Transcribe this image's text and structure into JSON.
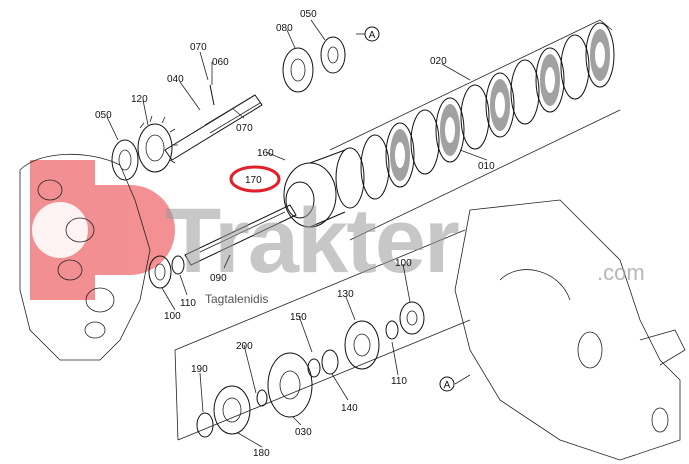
{
  "parts": {
    "p050_top": "050",
    "p080": "080",
    "p070_top": "070",
    "p060": "060",
    "p040": "040",
    "p120": "120",
    "p050_left": "050",
    "p070_mid": "070",
    "p160": "160",
    "p170": "170",
    "p020": "020",
    "p010": "010",
    "p090": "090",
    "p110_left": "110",
    "p100_left": "100",
    "p100_right": "100",
    "p130": "130",
    "p150": "150",
    "p110_right": "110",
    "p140": "140",
    "p200": "200",
    "p190": "190",
    "p030": "030",
    "p180": "180"
  },
  "refs": {
    "ref_a_top": "A",
    "ref_a_bottom": "A"
  },
  "watermark": {
    "brand": "Trakter",
    "domain": ".com",
    "sub": "Tagtalenidis"
  },
  "colors": {
    "logo_red": "#e8343a",
    "highlight_red": "#e0202a",
    "watermark_gray": "#9a9a9a"
  }
}
